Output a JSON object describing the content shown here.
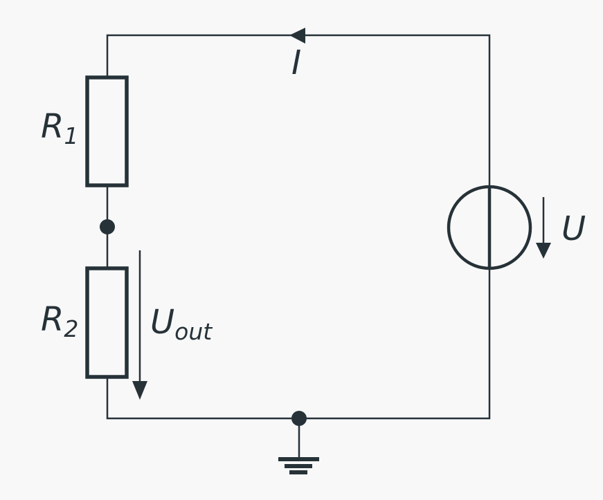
{
  "diagram": {
    "kind": "voltage-divider-circuit-schematic"
  },
  "labels": {
    "current": {
      "main": "I",
      "sub": ""
    },
    "resistor1": {
      "main": "R",
      "sub": "1"
    },
    "resistor2": {
      "main": "R",
      "sub": "2"
    },
    "output_voltage": {
      "main": "U",
      "sub": "out"
    },
    "source_voltage": {
      "main": "U",
      "sub": ""
    }
  },
  "colors": {
    "ink": "#263238",
    "background": "#f8f8f8"
  }
}
